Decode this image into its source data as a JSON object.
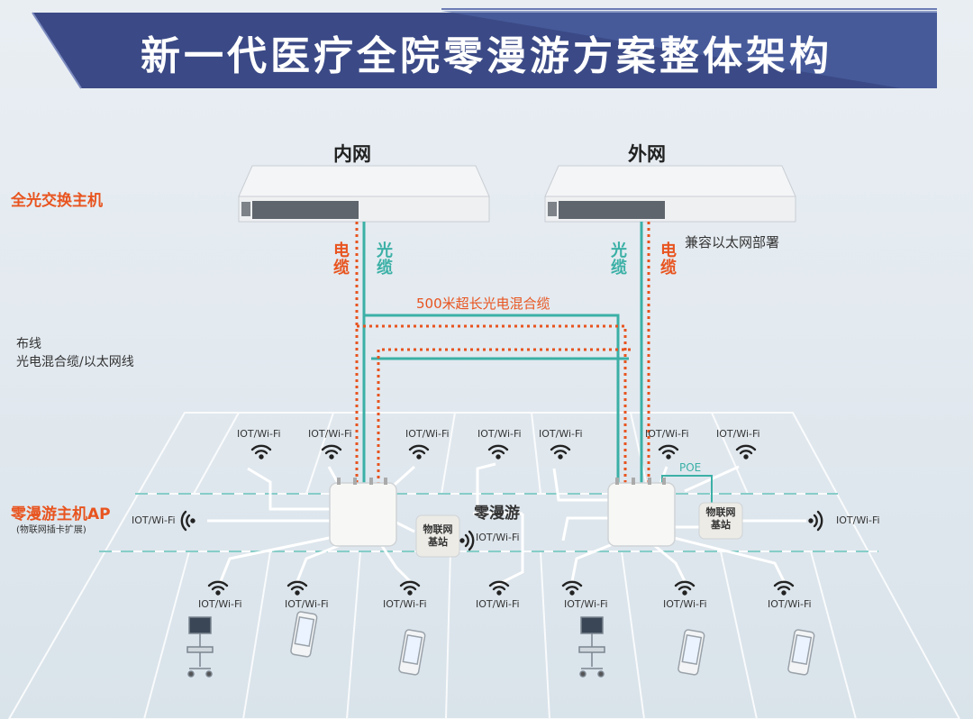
{
  "title": "新一代医疗全院零漫游方案整体架构",
  "labels": {
    "inner_net": "内网",
    "outer_net": "外网",
    "switch_host": "全光交换主机",
    "ethernet_compat": "兼容以太网部署",
    "electric_cable": "电缆",
    "optical_cable": "光缆",
    "hybrid_cable_500m": "500米超长光电混合缆",
    "wiring_title": "布线",
    "wiring_desc": "光电混合缆/以太网线",
    "ap_host": "零漫游主机AP",
    "ap_host_sub": "(物联网插卡扩展)",
    "zero_roam": "零漫游",
    "poe": "POE",
    "iot_station": "物联网基站",
    "iot_wifi": "IOT/Wi-Fi"
  },
  "colors": {
    "accent_red": "#e8541f",
    "accent_teal": "#3bb0a6",
    "banner_blue": "#3b4a86"
  }
}
